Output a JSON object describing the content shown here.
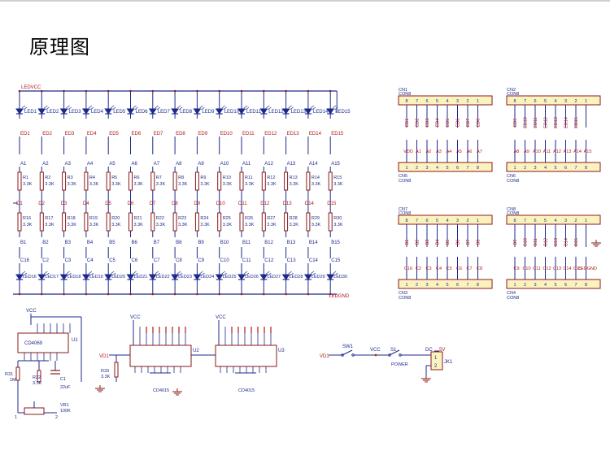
{
  "title": "原理图",
  "colors": {
    "wire": "#1d2a8c",
    "part_outline": "#8b1a1a",
    "label": "#1d2a8c",
    "net_label": "#b01818",
    "connector_fill": "#fbf3bf",
    "ground": "#8b1a1a"
  },
  "led_matrix": {
    "top_rail_label": "LEDVCC",
    "bottom_rail_label": "LEDGND",
    "columns": [
      {
        "top_led": "LED1",
        "ed": "ED1",
        "a": "A1",
        "r_top": "R1",
        "r_top_val": "3.3K",
        "d": "D1",
        "r_bot": "R16",
        "r_bot_val": "3.3K",
        "b": "B1",
        "c": "C16",
        "bot_led": "LED16"
      },
      {
        "top_led": "LED2",
        "ed": "ED2",
        "a": "A2",
        "r_top": "R2",
        "r_top_val": "3.3K",
        "d": "D2",
        "r_bot": "R17",
        "r_bot_val": "3.3K",
        "b": "B2",
        "c": "C2",
        "bot_led": "LED17"
      },
      {
        "top_led": "LED3",
        "ed": "ED3",
        "a": "A3",
        "r_top": "R3",
        "r_top_val": "3.3K",
        "d": "D3",
        "r_bot": "R18",
        "r_bot_val": "3.3K",
        "b": "B3",
        "c": "C3",
        "bot_led": "LED18"
      },
      {
        "top_led": "LED4",
        "ed": "ED4",
        "a": "A4",
        "r_top": "R4",
        "r_top_val": "3.3K",
        "d": "D4",
        "r_bot": "R19",
        "r_bot_val": "3.3K",
        "b": "B4",
        "c": "C4",
        "bot_led": "LED19"
      },
      {
        "top_led": "LED5",
        "ed": "ED5",
        "a": "A5",
        "r_top": "R5",
        "r_top_val": "3.3K",
        "d": "D5",
        "r_bot": "R20",
        "r_bot_val": "3.3K",
        "b": "B5",
        "c": "C5",
        "bot_led": "LED20"
      },
      {
        "top_led": "LED6",
        "ed": "ED6",
        "a": "A6",
        "r_top": "R6",
        "r_top_val": "3.3K",
        "d": "D6",
        "r_bot": "R21",
        "r_bot_val": "3.3K",
        "b": "B6",
        "c": "C6",
        "bot_led": "LED21"
      },
      {
        "top_led": "LED7",
        "ed": "ED7",
        "a": "A7",
        "r_top": "R7",
        "r_top_val": "3.3K",
        "d": "D7",
        "r_bot": "R22",
        "r_bot_val": "3.3K",
        "b": "B7",
        "c": "C7",
        "bot_led": "LED22"
      },
      {
        "top_led": "LED8",
        "ed": "ED8",
        "a": "A8",
        "r_top": "R8",
        "r_top_val": "3.3K",
        "d": "D8",
        "r_bot": "R23",
        "r_bot_val": "3.3K",
        "b": "B8",
        "c": "C8",
        "bot_led": "LED23"
      },
      {
        "top_led": "LED9",
        "ed": "ED9",
        "a": "A9",
        "r_top": "R9",
        "r_top_val": "3.3K",
        "d": "D9",
        "r_bot": "R24",
        "r_bot_val": "3.3K",
        "b": "B9",
        "c": "C9",
        "bot_led": "LED24"
      },
      {
        "top_led": "LED10",
        "ed": "ED10",
        "a": "A10",
        "r_top": "R10",
        "r_top_val": "3.3K",
        "d": "D10",
        "r_bot": "R25",
        "r_bot_val": "3.3K",
        "b": "B10",
        "c": "C10",
        "bot_led": "LED25"
      },
      {
        "top_led": "LED11",
        "ed": "ED11",
        "a": "A11",
        "r_top": "R11",
        "r_top_val": "3.3K",
        "d": "D11",
        "r_bot": "R26",
        "r_bot_val": "3.3K",
        "b": "B11",
        "c": "C11",
        "bot_led": "LED26"
      },
      {
        "top_led": "LED12",
        "ed": "ED12",
        "a": "A12",
        "r_top": "R12",
        "r_top_val": "3.3K",
        "d": "D12",
        "r_bot": "R27",
        "r_bot_val": "3.3K",
        "b": "B12",
        "c": "C12",
        "bot_led": "LED27"
      },
      {
        "top_led": "LED13",
        "ed": "ED13",
        "a": "A13",
        "r_top": "R13",
        "r_top_val": "3.3K",
        "d": "D13",
        "r_bot": "R28",
        "r_bot_val": "3.3K",
        "b": "B13",
        "c": "C13",
        "bot_led": "LED28"
      },
      {
        "top_led": "LED14",
        "ed": "ED14",
        "a": "A14",
        "r_top": "R14",
        "r_top_val": "3.3K",
        "d": "D14",
        "r_bot": "R29",
        "r_bot_val": "3.3K",
        "b": "B14",
        "c": "C14",
        "bot_led": "LED29"
      },
      {
        "top_led": "LED15",
        "ed": "ED15",
        "a": "A15",
        "r_top": "R15",
        "r_top_val": "3.3K",
        "d": "D15",
        "r_bot": "R30",
        "r_bot_val": "3.3K",
        "b": "B15",
        "c": "C15",
        "bot_led": "LED30"
      }
    ]
  },
  "connectors": [
    {
      "ref": "CN1",
      "type": "CON8",
      "pins": [
        "8",
        "7",
        "6",
        "5",
        "4",
        "3",
        "2",
        "1"
      ],
      "nets": [
        "ED1",
        "ED2",
        "ED3",
        "ED4",
        "ED5",
        "ED6",
        "ED7",
        "ED8"
      ]
    },
    {
      "ref": "CN2",
      "type": "CON8",
      "pins": [
        "8",
        "7",
        "6",
        "5",
        "4",
        "3",
        "2",
        "1"
      ],
      "nets": [
        "ED9",
        "ED10",
        "ED11",
        "ED12",
        "ED13",
        "ED14",
        "ED15"
      ]
    },
    {
      "ref": "CN5",
      "type": "CON8",
      "pins": [
        "1",
        "2",
        "3",
        "4",
        "5",
        "6",
        "7",
        "8"
      ],
      "nets": [
        "VDD",
        "A1",
        "A2",
        "A3",
        "A4",
        "A5",
        "A6",
        "A7"
      ]
    },
    {
      "ref": "CN6",
      "type": "CON8",
      "pins": [
        "1",
        "2",
        "3",
        "4",
        "5",
        "6",
        "7",
        "8"
      ],
      "nets": [
        "A8",
        "A9",
        "A10",
        "A11",
        "A12",
        "A13",
        "A14",
        "A15"
      ]
    },
    {
      "ref": "CN7",
      "type": "CON8",
      "pins": [
        "8",
        "7",
        "6",
        "5",
        "4",
        "3",
        "2",
        "1"
      ],
      "nets": [
        "B1",
        "B2",
        "B3",
        "B4",
        "B5",
        "B6",
        "B7",
        "B8"
      ]
    },
    {
      "ref": "CN8",
      "type": "CON8",
      "pins": [
        "8",
        "7",
        "6",
        "5",
        "4",
        "3",
        "2",
        "1"
      ],
      "nets": [
        "B9",
        "B10",
        "B11",
        "B12",
        "B13",
        "B14",
        "B15"
      ]
    },
    {
      "ref": "CN3",
      "type": "CON8",
      "pins": [
        "1",
        "2",
        "3",
        "4",
        "5",
        "6",
        "7",
        "8"
      ],
      "nets": [
        "C16",
        "C2",
        "C3",
        "C4",
        "C5",
        "C6",
        "C7",
        "C8"
      ]
    },
    {
      "ref": "CN4",
      "type": "CON8",
      "pins": [
        "1",
        "2",
        "3",
        "4",
        "5",
        "6",
        "7",
        "8"
      ],
      "nets": [
        "C9",
        "C10",
        "C11",
        "C12",
        "C13",
        "C14",
        "C15",
        "LEDGND"
      ]
    }
  ],
  "oscillator": {
    "vcc": "VCC",
    "chip": "CD4069",
    "ref": "U1",
    "r31": "R31",
    "r31_val": "1M",
    "r32": "R32",
    "r32_val": "3.3K",
    "c1": "C1",
    "c1_val": "22uF",
    "vr": "VR1",
    "vr_val": "100K",
    "pin1": "1",
    "pin2": "2"
  },
  "counters": [
    {
      "chip": "CD4015",
      "ref": "U2",
      "vcc": "VCC",
      "clk_net": "VD1",
      "r": "R33",
      "r_val": "3.3K"
    },
    {
      "chip": "CD4015",
      "ref": "U3",
      "vcc": "VCC"
    }
  ],
  "power": {
    "vd_net": "VD1",
    "sw": "SW1",
    "vcc": "VCC",
    "s1": "S1",
    "power_label": "POWER",
    "dc": "DC",
    "dc_val": "5V",
    "jack": "JK1",
    "pin1": "1",
    "pin2": "2"
  }
}
